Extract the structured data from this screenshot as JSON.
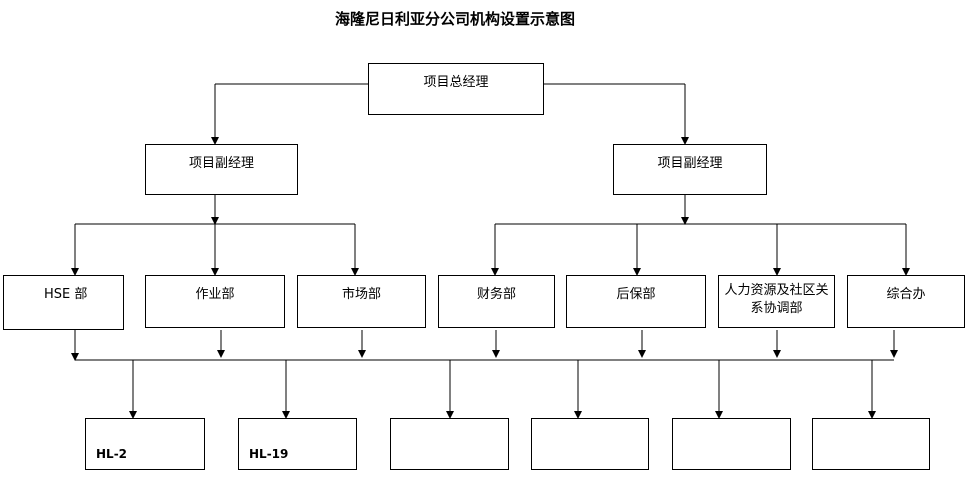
{
  "title": "海隆尼日利亚分公司机构设置示意图",
  "general_manager": "项目总经理",
  "deputies": [
    {
      "label": "项目副经理"
    },
    {
      "label": "项目副经理"
    }
  ],
  "departments": [
    {
      "label": "HSE 部"
    },
    {
      "label": "作业部"
    },
    {
      "label": "市场部"
    },
    {
      "label": "财务部"
    },
    {
      "label": "后保部"
    },
    {
      "label": "人力资源及社区关系协调部"
    },
    {
      "label": "综合办"
    }
  ],
  "teams": [
    {
      "label": "HL-2"
    },
    {
      "label": "HL-19"
    },
    {
      "label": ""
    },
    {
      "label": ""
    },
    {
      "label": ""
    },
    {
      "label": ""
    }
  ]
}
